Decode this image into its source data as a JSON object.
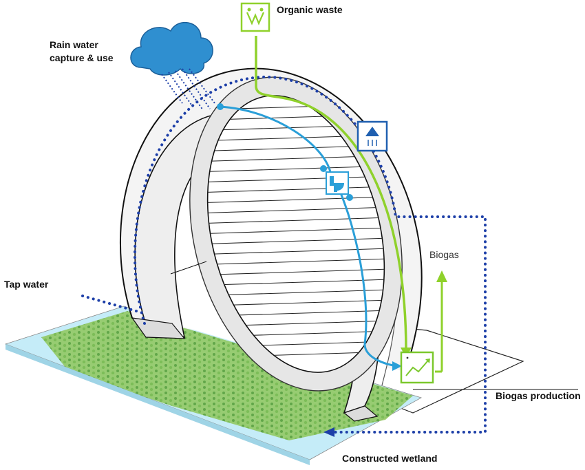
{
  "labels": {
    "organic_waste": "Organic waste",
    "rain_water_line1": "Rain water",
    "rain_water_line2": "capture & use",
    "biogas": "Biogas",
    "tap_water": "Tap water",
    "biogas_production": "Biogas production",
    "constructed_wetland": "Constructed wetland"
  },
  "icons": {
    "organic_waste": "organic-waste-icon",
    "shower": "shower-icon",
    "toilet": "toilet-icon",
    "biogas_production": "biogas-chart-icon",
    "rain_cloud": "cloud-icon"
  },
  "colors": {
    "rain_water_flow": "#1d3fa8",
    "grey_water_flow": "#2a9fd8",
    "organic_flow": "#8fd12b",
    "wetland_water": "#bfe9f7",
    "wetland_plants": "#6cab3a",
    "cloud": "#2f8fd0",
    "shower_icon": "#1f5fb0",
    "toilet_icon": "#2a9fd8",
    "biogas_icon": "#7bc82c"
  }
}
